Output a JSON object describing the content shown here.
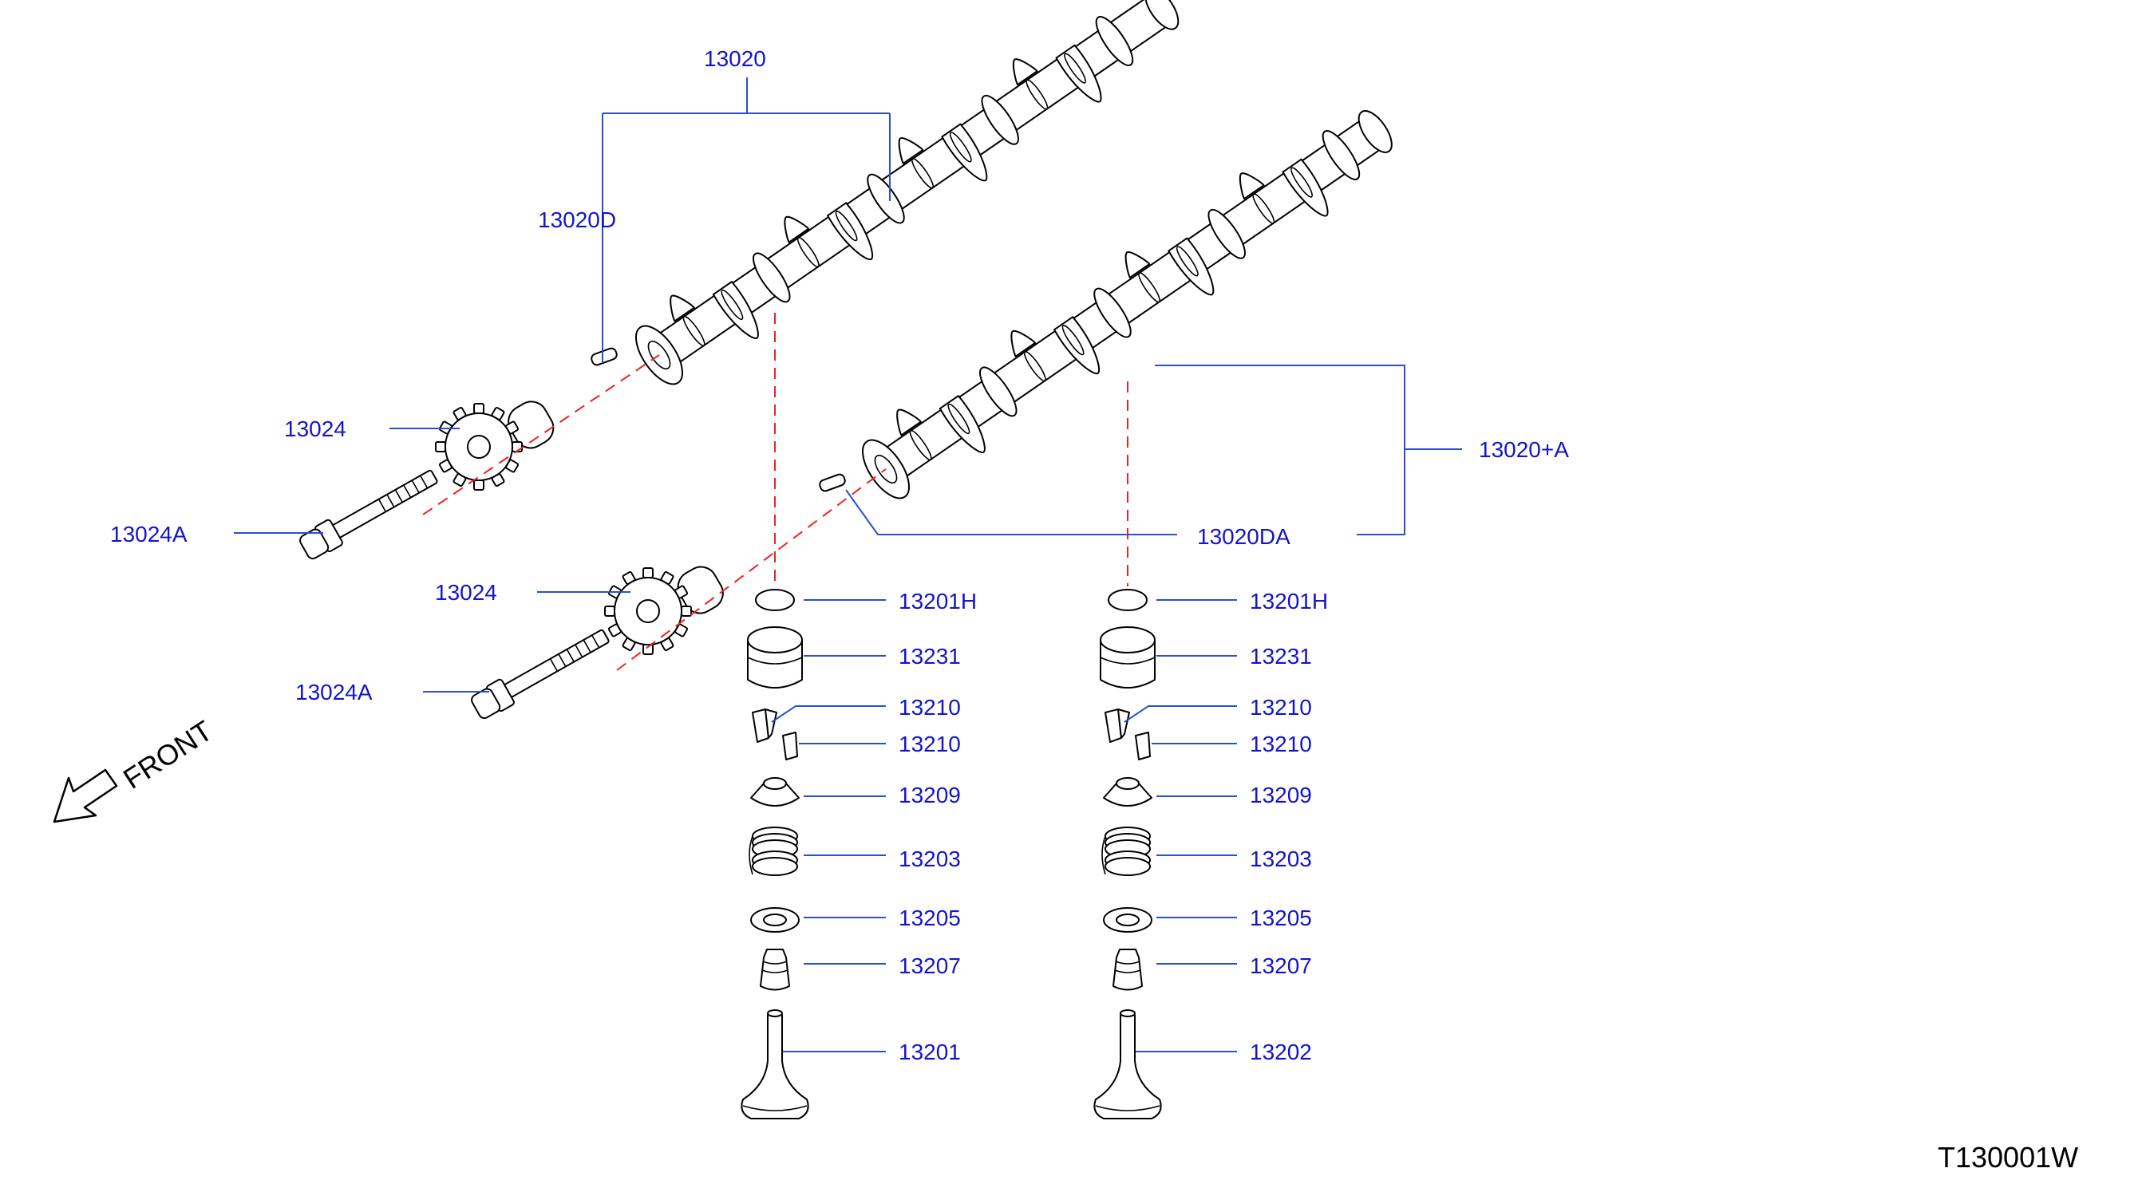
{
  "parts": {
    "p13020": "13020",
    "p13020D": "13020D",
    "p13024_upper": "13024",
    "p13024A_upper": "13024A",
    "p13024_lower": "13024",
    "p13024A_lower": "13024A",
    "p13020A": "13020+A",
    "p13020DA": "13020DA",
    "left": {
      "retainer_cap": "13201H",
      "lifter": "13231",
      "collet_a": "13210",
      "collet_b": "13210",
      "retainer": "13209",
      "spring": "13203",
      "seat": "13205",
      "seal": "13207",
      "valve": "13201"
    },
    "right": {
      "retainer_cap": "13201H",
      "lifter": "13231",
      "collet_a": "13210",
      "collet_b": "13210",
      "retainer": "13209",
      "spring": "13203",
      "seat": "13205",
      "seal": "13207",
      "valve": "13202"
    }
  },
  "front_label": "FRONT",
  "drawing_code": "T130001W",
  "colors": {
    "part_number": "#1414cc",
    "leader_line": "#2b4fd0",
    "dashed_line": "#ee2222",
    "line_art": "#000000"
  }
}
